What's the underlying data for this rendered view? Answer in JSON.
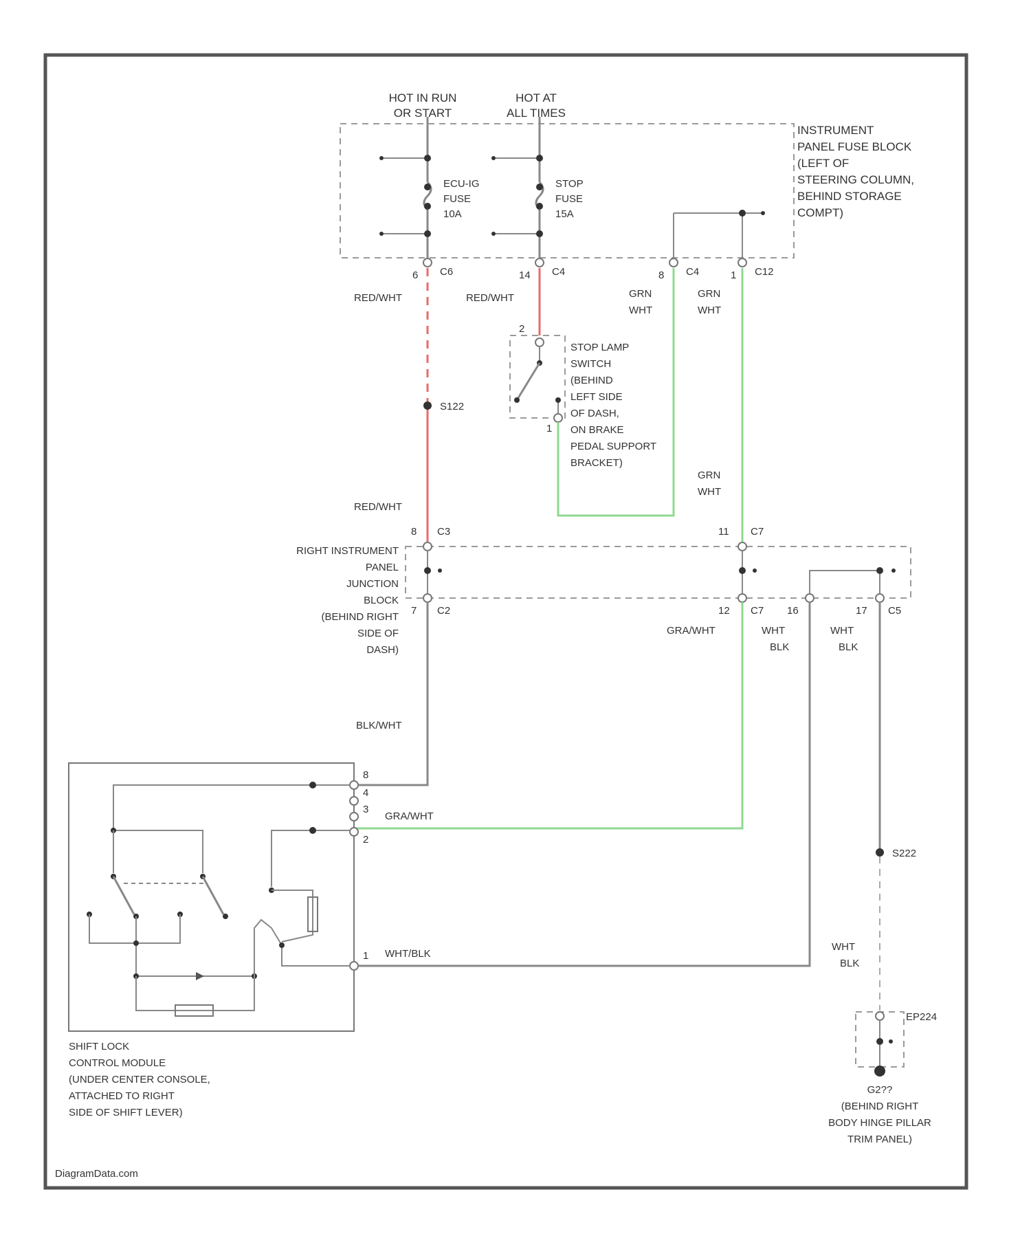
{
  "sources": {
    "hot_run": [
      "HOT IN RUN",
      "OR START"
    ],
    "hot_all": [
      "HOT AT",
      "ALL TIMES"
    ]
  },
  "fuse_block": {
    "label": [
      "INSTRUMENT",
      "PANEL FUSE BLOCK",
      "(LEFT OF",
      "STEERING COLUMN,",
      "BEHIND STORAGE",
      "COMPT)"
    ],
    "fuse1": [
      "ECU-IG",
      "FUSE",
      "10A"
    ],
    "fuse2": [
      "STOP",
      "FUSE",
      "15A"
    ],
    "pins": {
      "p1": "6",
      "p2": "14",
      "p3": "8",
      "p4": "1"
    },
    "connectors": {
      "c1": "C6",
      "c2": "C4",
      "c3": "C4",
      "c4": "C12"
    }
  },
  "wires": {
    "red_wht": "RED/WHT",
    "grn_wht_1": [
      "GRN",
      "WHT"
    ],
    "grn_wht_2": [
      "GRN",
      "WHT"
    ],
    "grn_wht_3": [
      "GRN",
      "WHT"
    ],
    "blk_wht": "BLK/WHT",
    "gra_wht": "GRA/WHT",
    "wht_blk_a": [
      "WHT",
      "BLK"
    ],
    "wht_blk_b": [
      "WHT",
      "BLK"
    ],
    "wht_blk_h": "WHT/BLK",
    "wht_blk_c": [
      "WHT",
      "BLK"
    ]
  },
  "splice": "S122",
  "stop_lamp_switch": {
    "label": [
      "STOP LAMP",
      "SWITCH",
      "(BEHIND",
      "LEFT SIDE",
      "OF DASH,",
      "ON BRAKE",
      "PEDAL SUPPORT",
      "BRACKET)"
    ],
    "pin_top": "2",
    "pin_bot": "1"
  },
  "junction_block": {
    "label": [
      "RIGHT INSTRUMENT",
      "PANEL",
      "JUNCTION",
      "BLOCK",
      "(BEHIND RIGHT",
      "SIDE OF",
      "DASH)"
    ],
    "top_pins": [
      {
        "pin": "8",
        "conn": "C3"
      },
      {
        "pin": "11",
        "conn": "C7"
      }
    ],
    "bottom_pins": [
      {
        "pin": "7",
        "conn": "C2"
      },
      {
        "pin": "12",
        "conn": "C7"
      },
      {
        "pin": "16",
        "conn": ""
      },
      {
        "pin": "17",
        "conn": "C5"
      }
    ]
  },
  "module": {
    "label": [
      "SHIFT LOCK",
      "CONTROL MODULE",
      "(UNDER CENTER CONSOLE,",
      "ATTACHED TO RIGHT",
      "SIDE OF SHIFT LEVER)"
    ],
    "pins": [
      "8",
      "4",
      "3",
      "2",
      "1"
    ]
  },
  "ground": {
    "splice": "S222",
    "connector": "EP224",
    "label": [
      "G2??",
      "(BEHIND RIGHT",
      "BODY HINGE PILLAR",
      "TRIM PANEL)"
    ]
  },
  "watermark": "DiagramData.com"
}
